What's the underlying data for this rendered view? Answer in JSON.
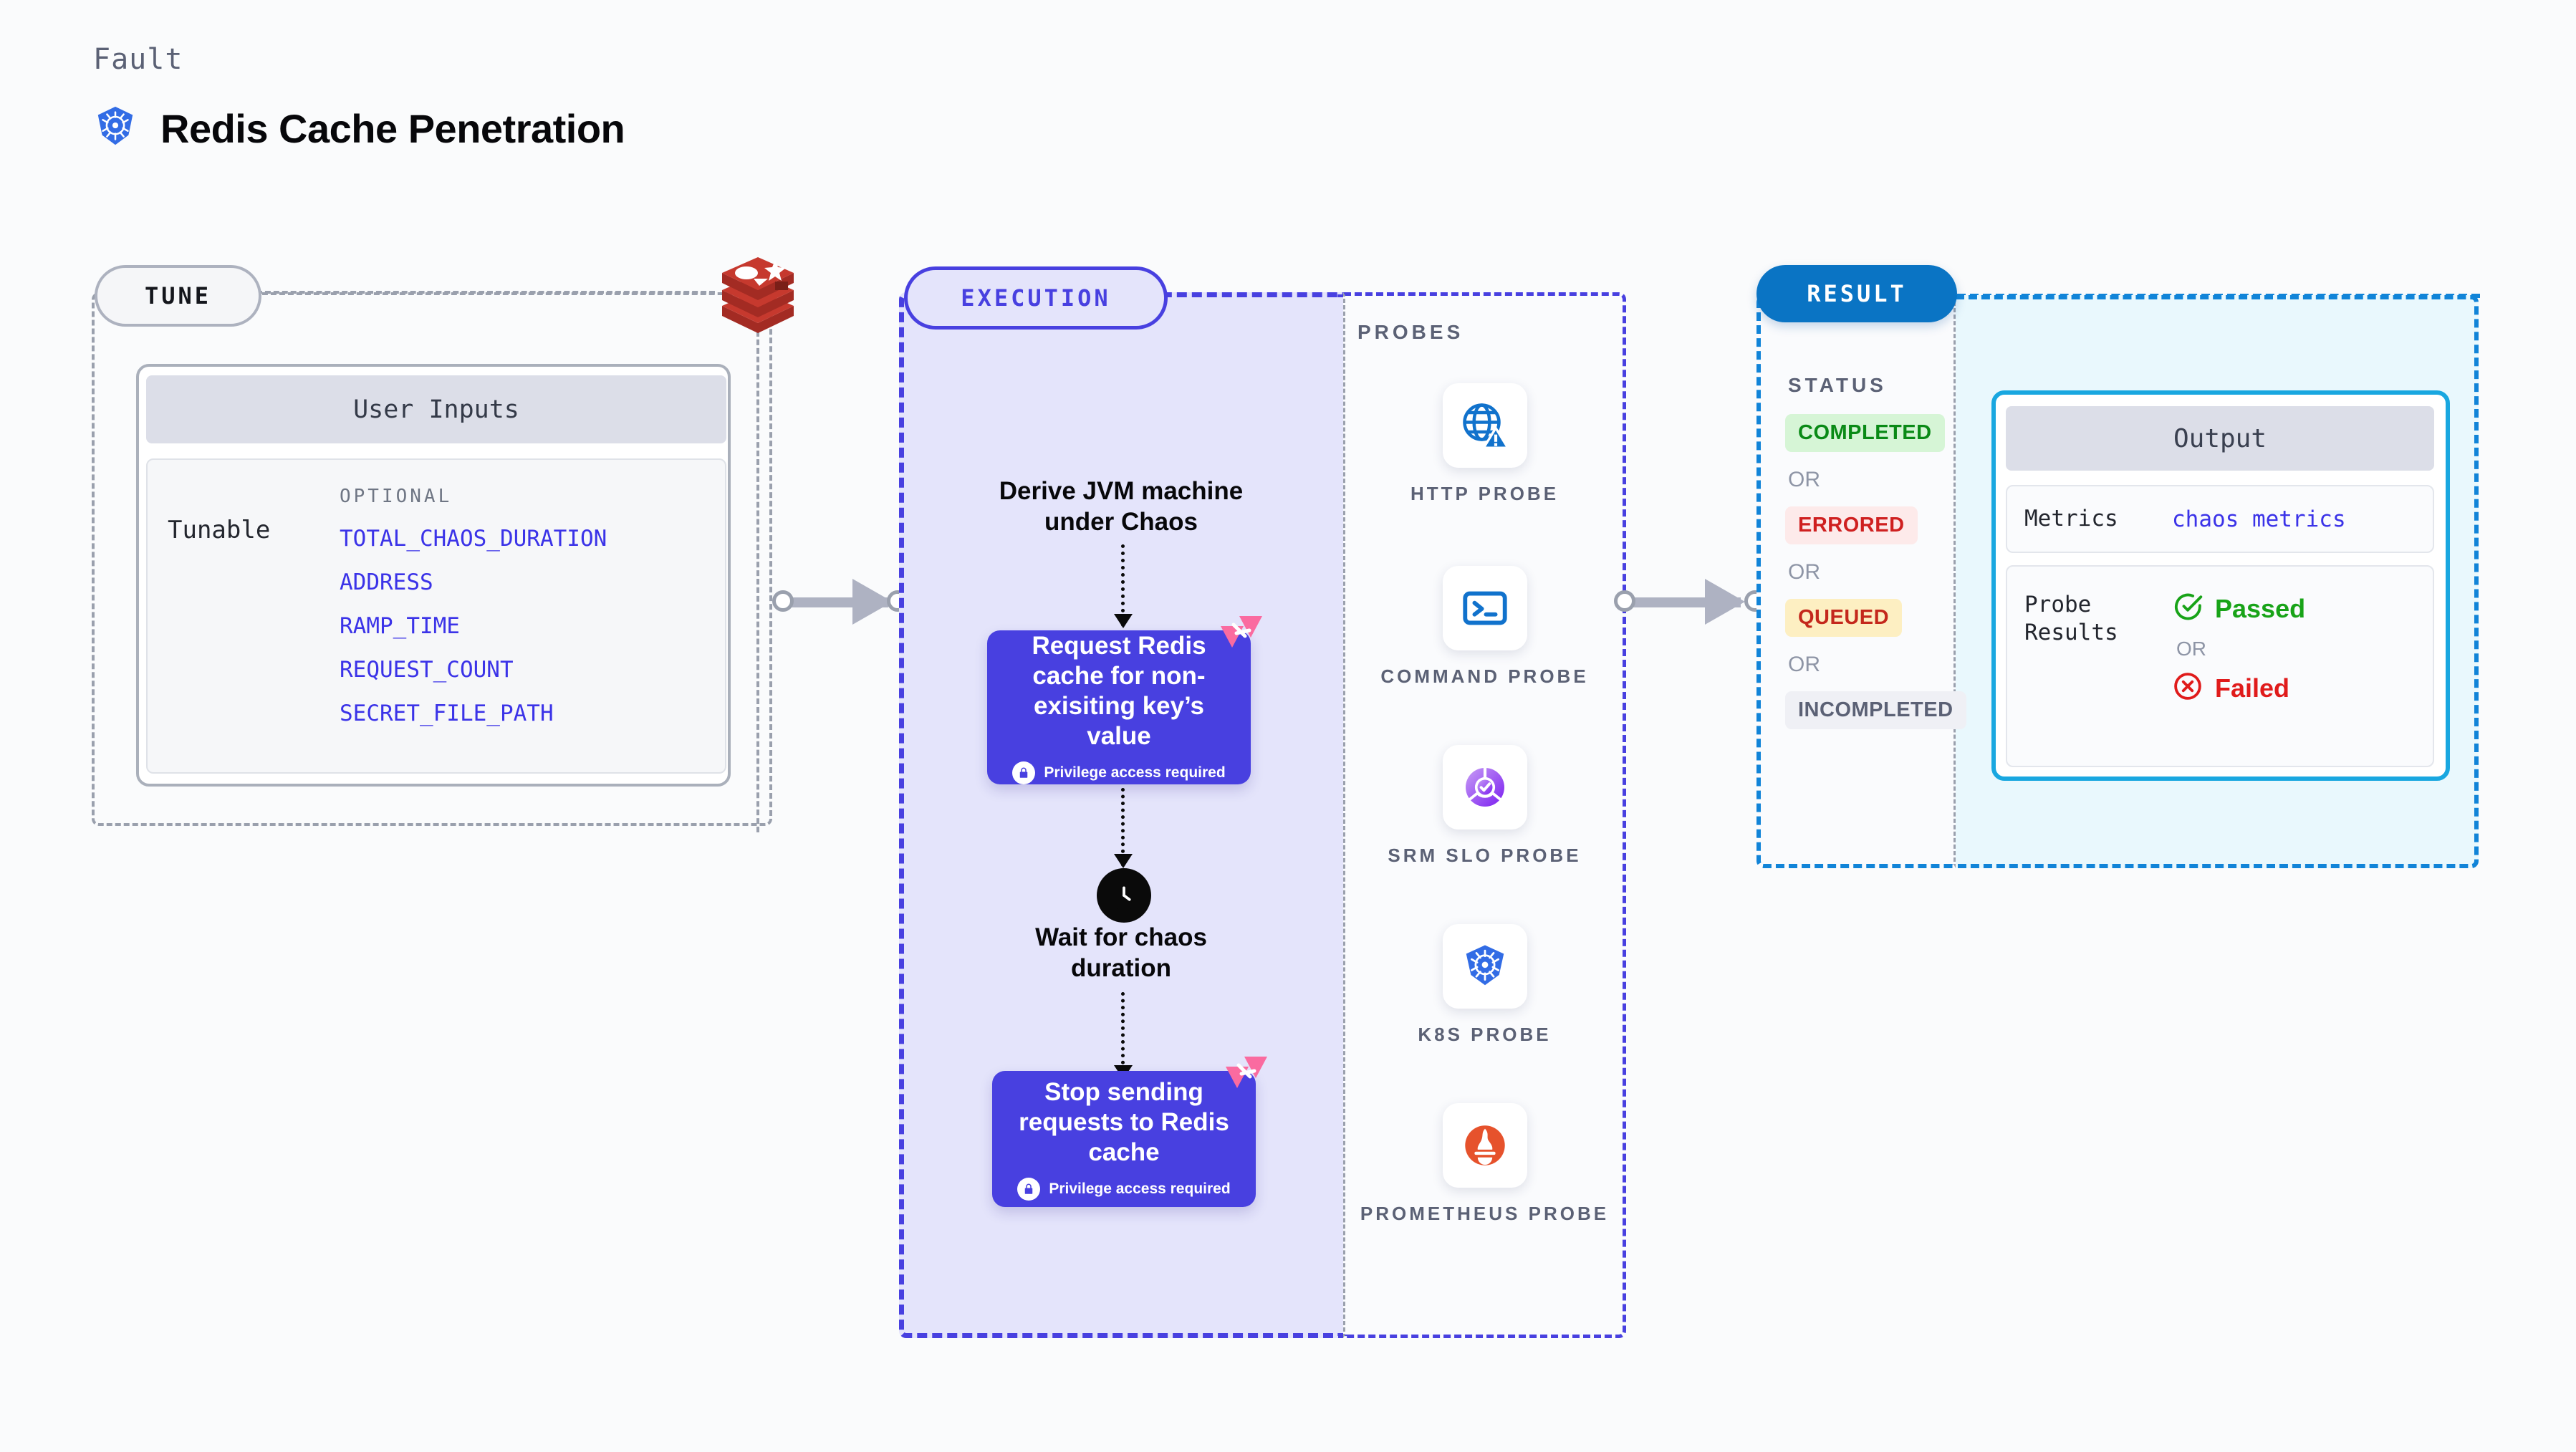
{
  "header": {
    "kicker": "Fault",
    "title": "Redis Cache Penetration",
    "icon": "kubernetes-icon"
  },
  "tune": {
    "badge": "TUNE",
    "logo_icon": "redis-logo",
    "card_title": "User Inputs",
    "tunable_label": "Tunable",
    "optional_label": "OPTIONAL",
    "tunables": [
      "TOTAL_CHAOS_DURATION",
      "ADDRESS",
      "RAMP_TIME",
      "REQUEST_COUNT",
      "SECRET_FILE_PATH"
    ]
  },
  "execution": {
    "badge": "EXECUTION",
    "step1_text": "Derive JVM machine\nunder Chaos",
    "step1_line1": "Derive JVM machine",
    "step1_line2": "under Chaos",
    "box1_title": "Request Redis cache for non-exisiting key’s value",
    "box1_note": "Privilege access required",
    "wait_line1": "Wait for chaos",
    "wait_line2": "duration",
    "wait_icon": "clock-icon",
    "box2_title": "Stop sending requests to Redis cache",
    "box2_note": "Privilege access required",
    "box_color": "#4840e0",
    "corner_badge_icon": "litmus-badge-icon",
    "lock_icon": "lock-icon"
  },
  "probes": {
    "title": "PROBES",
    "items": [
      {
        "label": "HTTP PROBE",
        "icon": "globe-warning-icon"
      },
      {
        "label": "COMMAND PROBE",
        "icon": "terminal-icon"
      },
      {
        "label": "SRM SLO PROBE",
        "icon": "slo-donut-check-icon"
      },
      {
        "label": "K8S PROBE",
        "icon": "kubernetes-icon"
      },
      {
        "label": "PROMETHEUS PROBE",
        "icon": "prometheus-icon"
      }
    ]
  },
  "result": {
    "badge": "RESULT",
    "status_title": "STATUS",
    "or_label": "OR",
    "statuses": [
      {
        "label": "COMPLETED",
        "bg": "#d6f5d6",
        "fg": "#0a8a16"
      },
      {
        "label": "ERRORED",
        "bg": "#fdeaea",
        "fg": "#cf2020"
      },
      {
        "label": "QUEUED",
        "bg": "#fdefc2",
        "fg": "#c4281c"
      },
      {
        "label": "INCOMPLETED",
        "bg": "#eff0f5",
        "fg": "#5b6175"
      }
    ]
  },
  "output": {
    "title": "Output",
    "metrics_key": "Metrics",
    "metrics_value": "chaos metrics",
    "probe_results_key_line1": "Probe",
    "probe_results_key_line2": "Results",
    "passed_label": "Passed",
    "failed_label": "Failed",
    "or_label": "OR",
    "passed_icon": "check-circle-icon",
    "failed_icon": "x-circle-icon",
    "passed_color": "#18a318",
    "failed_color": "#e01b1b"
  }
}
